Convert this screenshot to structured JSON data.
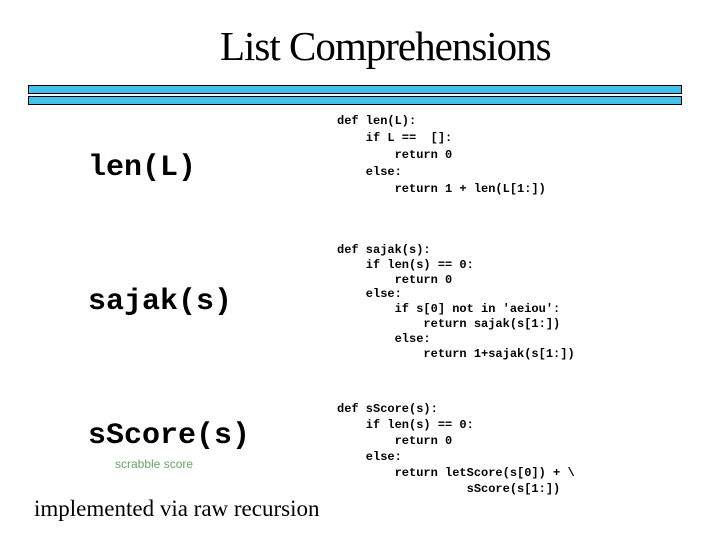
{
  "slide": {
    "title": "List Comprehensions",
    "footer": "implemented via raw recursion"
  },
  "colors": {
    "bar_fill": "#45c0ea",
    "bar_border": "#000000",
    "caption_green": "#6ba26b"
  },
  "functions": [
    {
      "label": "len(L)",
      "code": [
        "def len(L):",
        "    if L ==  []:",
        "        return 0",
        "    else:",
        "        return 1 + len(L[1:])"
      ]
    },
    {
      "label": "sajak(s)",
      "code": [
        "def sajak(s):",
        "    if len(s) == 0:",
        "        return 0",
        "    else:",
        "        if s[0] not in 'aeiou':",
        "            return sajak(s[1:])",
        "        else:",
        "            return 1+sajak(s[1:])"
      ]
    },
    {
      "label": "sScore(s)",
      "caption": "scrabble score",
      "code": [
        "def sScore(s):",
        "    if len(s) == 0:",
        "        return 0",
        "    else:",
        "        return letScore(s[0]) + \\",
        "                  sScore(s[1:])"
      ]
    }
  ]
}
